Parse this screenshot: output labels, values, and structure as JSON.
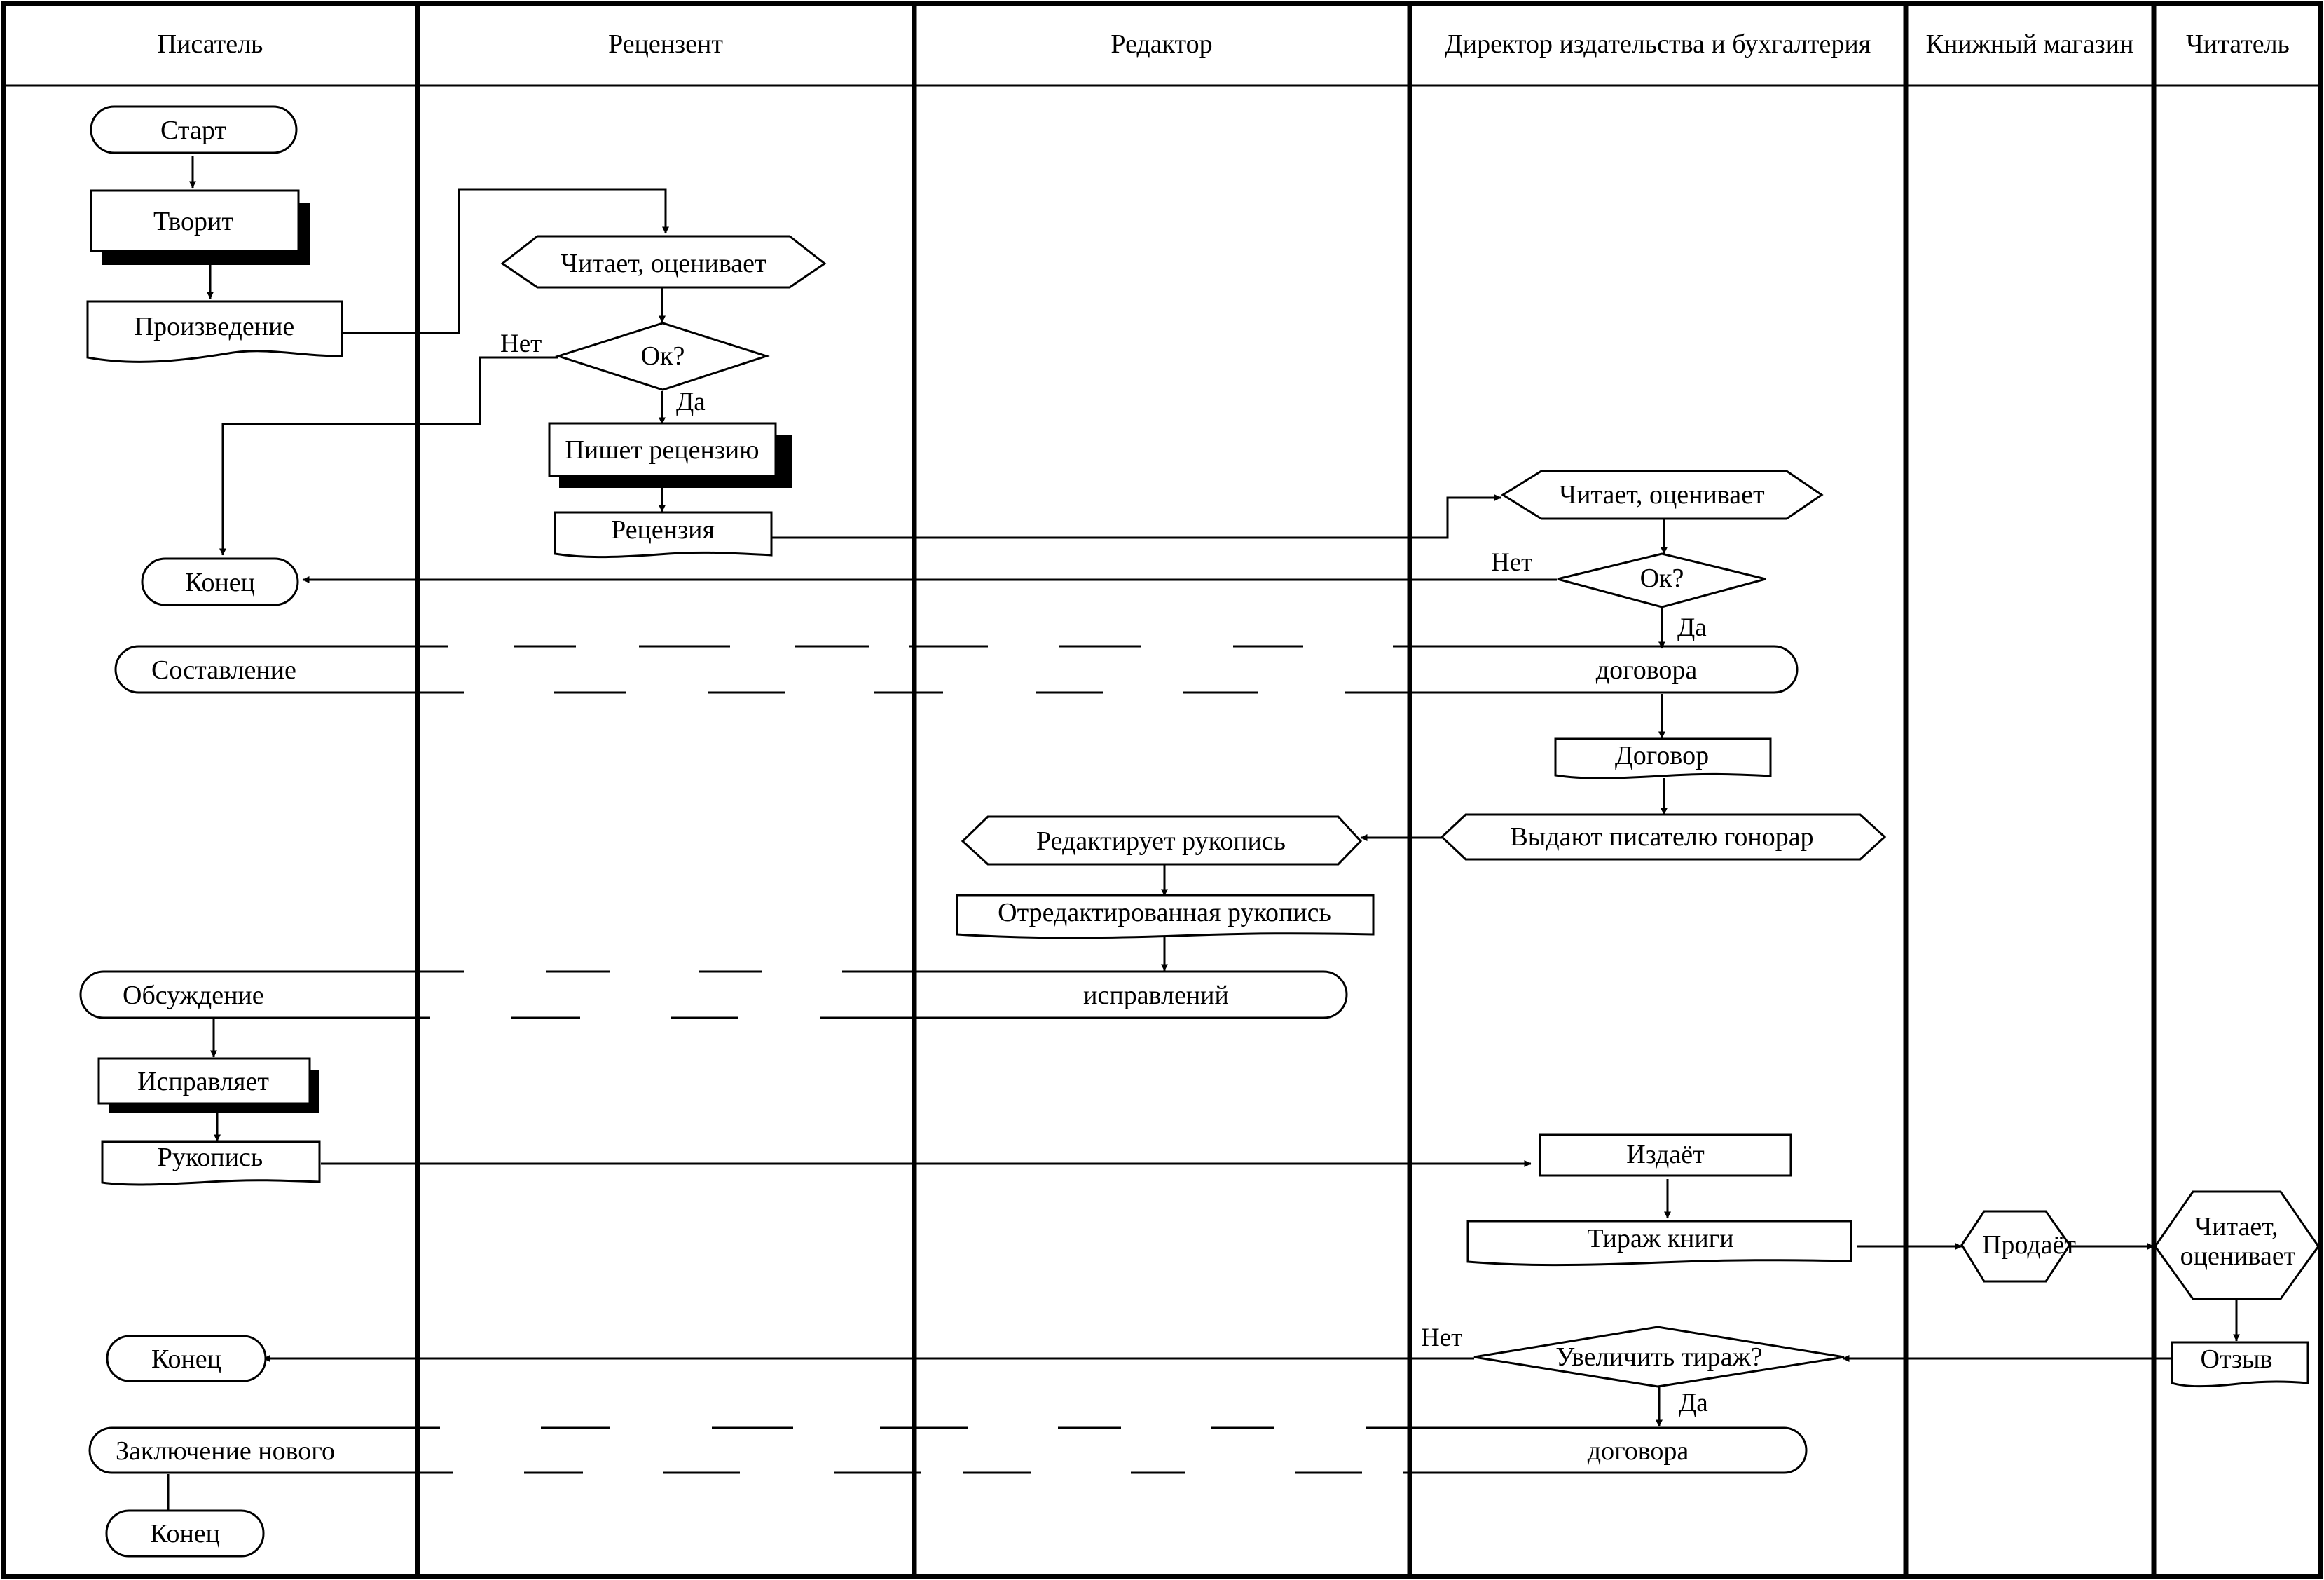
{
  "lanes": [
    "Писатель",
    "Рецензент",
    "Редактор",
    "Директор издательства и бухгалтерия",
    "Книжный магазин",
    "Читатель"
  ],
  "writer": {
    "start": "Старт",
    "creates": "Творит",
    "work": "Произведение",
    "end1": "Конец",
    "discussion": "Обсуждение",
    "fixes": "Исправляет",
    "manuscript": "Рукопись",
    "end2": "Конец",
    "new_contract": "Заключение нового",
    "end3": "Конец"
  },
  "reviewer": {
    "reads": "Читает, оценивает",
    "ok": "Ок?",
    "no": "Нет",
    "yes": "Да",
    "writes_review": "Пишет рецензию",
    "review": "Рецензия"
  },
  "editor": {
    "edits": "Редактирует рукопись",
    "edited_manuscript": "Отредактированная рукопись"
  },
  "director": {
    "reads": "Читает, оценивает",
    "ok": "Ок?",
    "no": "Нет",
    "yes": "Да",
    "contract_start": "Составление",
    "contract_end": "договора",
    "contract_doc": "Договор",
    "pays_fee": "Выдают писателю гонорар",
    "corrections_end": "исправлений",
    "publishes": "Издаёт",
    "print_run": "Тираж книги",
    "increase_q": "Увеличить тираж?",
    "no2": "Нет",
    "yes2": "Да",
    "new_contract_end": "договора"
  },
  "store": {
    "sells": "Продаёт"
  },
  "reader": {
    "reads_line1": "Читает,",
    "reads_line2": "оценивает",
    "review": "Отзыв"
  }
}
